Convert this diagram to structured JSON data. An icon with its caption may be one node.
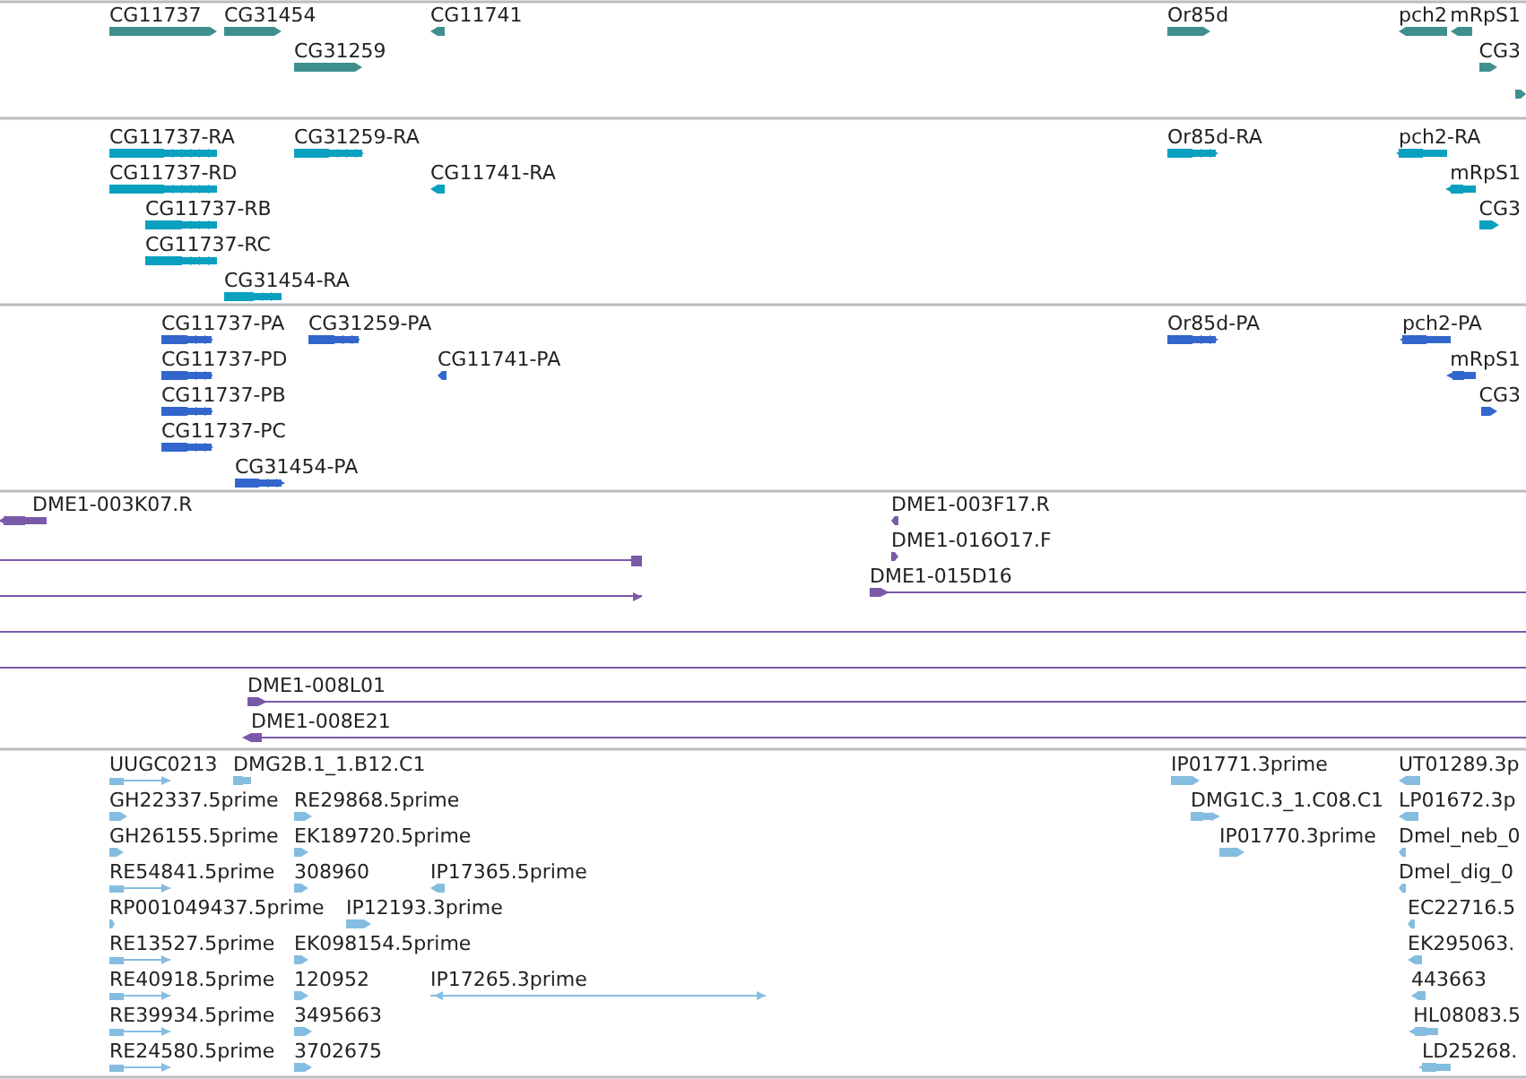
{
  "diagram": {
    "labels": [
      "CG11737",
      "CG31454",
      "CG11741",
      "Or85d",
      "pch2",
      "mRpS1",
      "CG31259",
      "CG3",
      "CG11737-RA",
      "CG31259-RA",
      "Or85d-RA",
      "pch2-RA",
      "CG11737-RD",
      "CG11741-RA",
      "mRpS1",
      "CG11737-RB",
      "CG3",
      "CG11737-RC",
      "CG31454-RA",
      "CG11737-PA",
      "CG31259-PA",
      "Or85d-PA",
      "pch2-PA",
      "CG11737-PD",
      "CG11741-PA",
      "mRpS1",
      "CG11737-PB",
      "CG3",
      "CG11737-PC",
      "CG31454-PA",
      "DME1-003K07.R",
      "DME1-003F17.R",
      "DME1-016O17.F",
      "DME1-015D16",
      "DME1-008L01",
      "DME1-008E21",
      "UUGC0213",
      "DMG2B.1_1.B12.C1",
      "IP01771.3prime",
      "UT01289.3p",
      "GH22337.5prime",
      "RE29868.5prime",
      "DMG1C.3_1.C08.C1",
      "LP01672.3p",
      "GH26155.5prime",
      "EK189720.5prime",
      "IP01770.3prime",
      "Dmel_neb_0",
      "RE54841.5prime",
      "308960",
      "IP17365.5prime",
      "Dmel_dig_0",
      "RP001049437.5prime",
      "IP12193.3prime",
      "EC22716.5",
      "RE13527.5prime",
      "EK098154.5prime",
      "EK295063.",
      "RE40918.5prime",
      "120952",
      "IP17265.3prime",
      "443663",
      "RE39934.5prime",
      "3495663",
      "HL08083.5",
      "RE24580.5prime",
      "3702675",
      "LD25268."
    ]
  }
}
